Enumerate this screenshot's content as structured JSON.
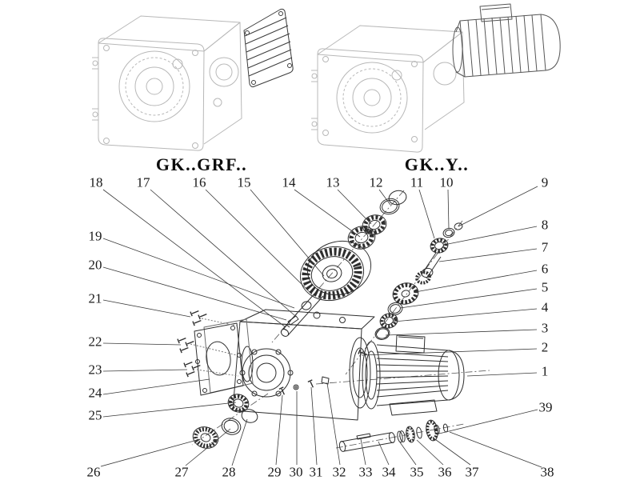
{
  "colors": {
    "background": "#ffffff",
    "exploded_line": "#2e2e2e",
    "assembled_line_light": "#b8b8b8",
    "motor_line": "#565656",
    "label_text": "#1a1a1a"
  },
  "titles": {
    "left": "GK..GRF..",
    "right": "GK..Y.."
  },
  "callouts": [
    {
      "num": "1"
    },
    {
      "num": "2"
    },
    {
      "num": "3"
    },
    {
      "num": "4"
    },
    {
      "num": "5"
    },
    {
      "num": "6"
    },
    {
      "num": "7"
    },
    {
      "num": "8"
    },
    {
      "num": "9"
    },
    {
      "num": "10"
    },
    {
      "num": "11"
    },
    {
      "num": "12"
    },
    {
      "num": "13"
    },
    {
      "num": "14"
    },
    {
      "num": "15"
    },
    {
      "num": "16"
    },
    {
      "num": "17"
    },
    {
      "num": "18"
    },
    {
      "num": "19"
    },
    {
      "num": "20"
    },
    {
      "num": "21"
    },
    {
      "num": "22"
    },
    {
      "num": "23"
    },
    {
      "num": "24"
    },
    {
      "num": "25"
    },
    {
      "num": "26"
    },
    {
      "num": "27"
    },
    {
      "num": "28"
    },
    {
      "num": "29"
    },
    {
      "num": "30"
    },
    {
      "num": "31"
    },
    {
      "num": "32"
    },
    {
      "num": "33"
    },
    {
      "num": "34"
    },
    {
      "num": "35"
    },
    {
      "num": "36"
    },
    {
      "num": "37"
    },
    {
      "num": "38"
    },
    {
      "num": "39"
    }
  ]
}
